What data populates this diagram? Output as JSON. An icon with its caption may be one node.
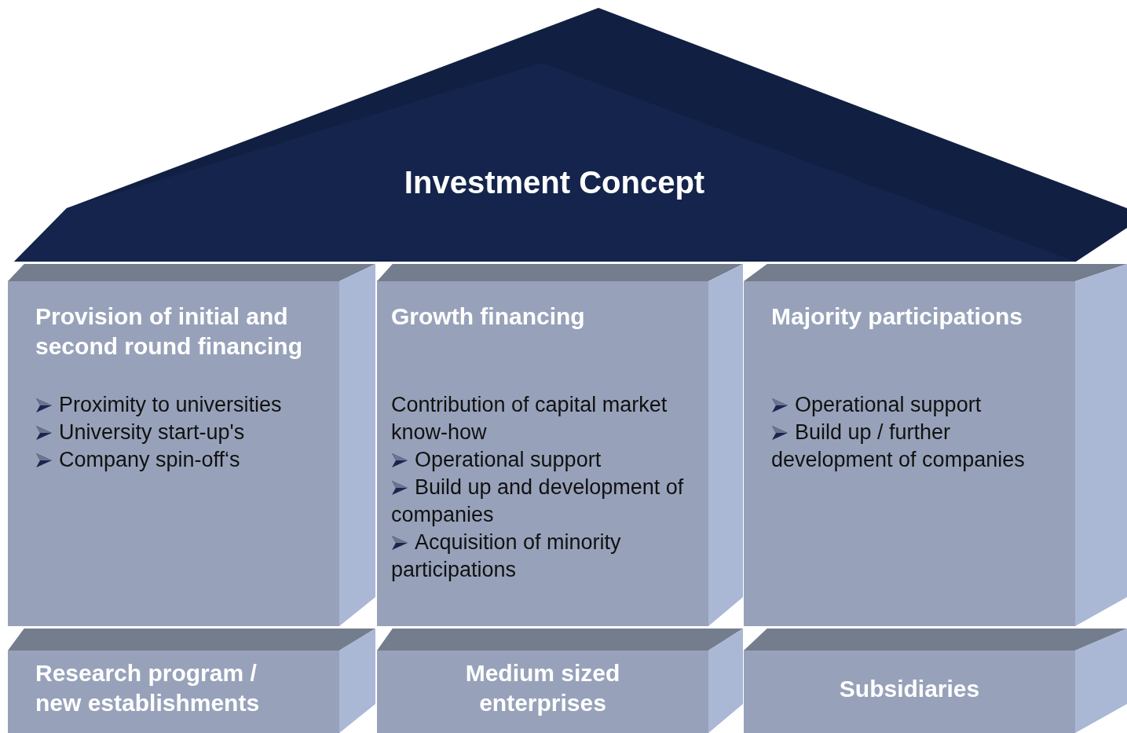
{
  "diagram": {
    "nodes": [
      {
        "text": [
          "Investment Concept"
        ]
      },
      {
        "text": [
          "Provision of initial and second round financing",
          "Proximity to universities",
          "University start-up's",
          "Company spin-off‘s"
        ]
      },
      {
        "text": [
          "Growth financing",
          "Contribution of capital market know-how",
          "Operational support",
          "Build up and development of companies",
          "Acquisition of minority participations"
        ]
      },
      {
        "text": [
          "Majority participations",
          "Operational support",
          "Build up / further development of companies"
        ]
      },
      {
        "text": [
          "Research program / new establishments"
        ]
      },
      {
        "text": [
          "Medium sized enterprises"
        ]
      },
      {
        "text": [
          "Subsidiaries"
        ]
      }
    ],
    "edges": []
  }
}
